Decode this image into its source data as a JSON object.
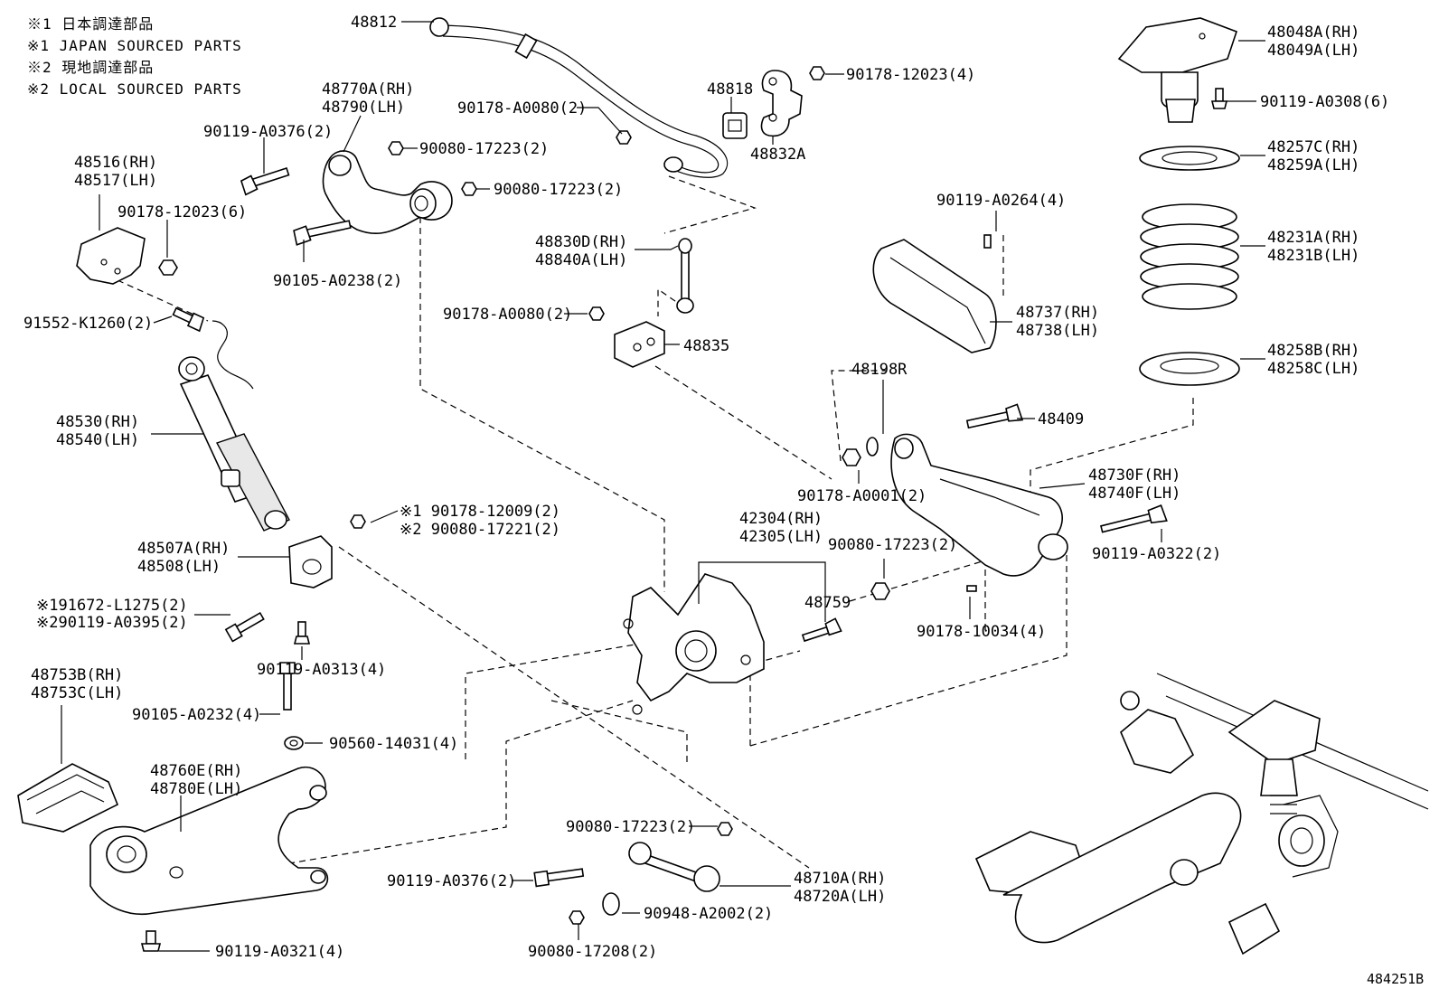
{
  "notes": [
    "※1 日本調達部品",
    "※1 JAPAN SOURCED PARTS",
    "※2 現地調達部品",
    "※2 LOCAL SOURCED PARTS"
  ],
  "labels": {
    "p48812": "48812",
    "p90178_12023_4": "90178-12023(4)",
    "p48818": "48818",
    "p48832a": "48832A",
    "p90178_a0080_top": "90178-A0080(2)",
    "p48770a": "48770A(RH)",
    "p48790": "48790(LH)",
    "p90119_a0376_top": "90119-A0376(2)",
    "p90080_17223_a": "90080-17223(2)",
    "p90080_17223_b": "90080-17223(2)",
    "p90105_a0238": "90105-A0238(2)",
    "p48516": "48516(RH)",
    "p48517": "48517(LH)",
    "p90178_12023_6": "90178-12023(6)",
    "p91552": "91552-K1260(2)",
    "p48530": "48530(RH)",
    "p48540": "48540(LH)",
    "p90178_12009": "※1 90178-12009(2)",
    "p90080_17221": "※2 90080-17221(2)",
    "p48507a": "48507A(RH)",
    "p48508": "48508(LH)",
    "p91672": "※191672-L1275(2)",
    "p90119_a0395": "※290119-A0395(2)",
    "p90119_a0313": "90119-A0313(4)",
    "p48753b": "48753B(RH)",
    "p48753c": "48753C(LH)",
    "p90105_a0232": "90105-A0232(4)",
    "p90560": "90560-14031(4)",
    "p48760e": "48760E(RH)",
    "p48780e": "48780E(LH)",
    "p90119_a0321": "90119-A0321(4)",
    "p48830d": "48830D(RH)",
    "p48840a": "48840A(LH)",
    "p90178_a0080_mid": "90178-A0080(2)",
    "p48835": "48835",
    "p42304": "42304(RH)",
    "p42305": "42305(LH)",
    "p48759": "48759",
    "p90080_17223_c": "90080-17223(2)",
    "p90119_a0376_bot": "90119-A0376(2)",
    "p48710a": "48710A(RH)",
    "p48720a": "48720A(LH)",
    "p90948": "90948-A2002(2)",
    "p90080_17208": "90080-17208(2)",
    "p90119_a0264": "90119-A0264(4)",
    "p48737": "48737(RH)",
    "p48738": "48738(LH)",
    "p48198r": "48198R",
    "p48409": "48409",
    "p90178_a0001": "90178-A0001(2)",
    "p48730f": "48730F(RH)",
    "p48740f": "48740F(LH)",
    "p90080_17223_d": "90080-17223(2)",
    "p90119_a0322": "90119-A0322(2)",
    "p90178_10034": "90178-10034(4)",
    "p48048a": "48048A(RH)",
    "p48049a": "48049A(LH)",
    "p90119_a0308": "90119-A0308(6)",
    "p48257c": "48257C(RH)",
    "p48259a": "48259A(LH)",
    "p48231a": "48231A(RH)",
    "p48231b": "48231B(LH)",
    "p48258b": "48258B(RH)",
    "p48258c": "48258C(LH)"
  },
  "figure_id": "484251B"
}
